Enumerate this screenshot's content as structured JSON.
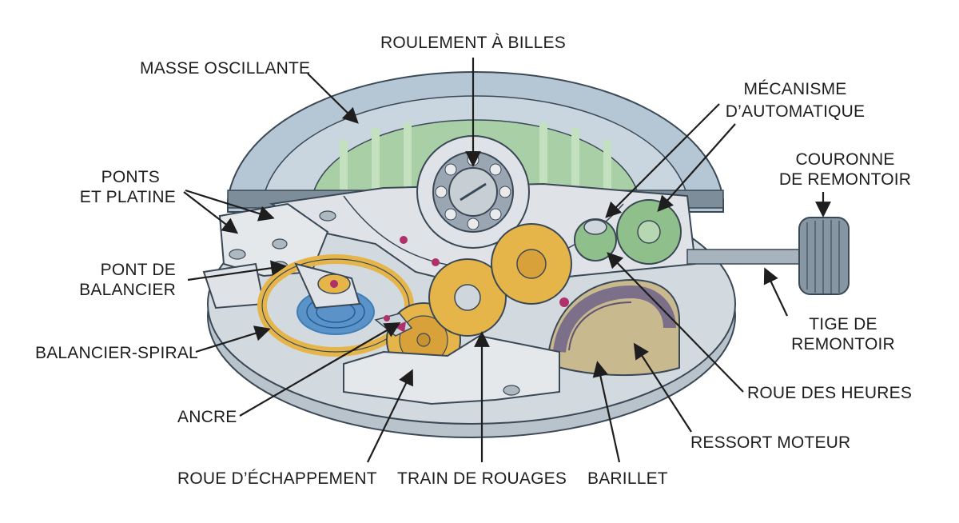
{
  "labels": {
    "roulement": "ROULEMENT À BILLES",
    "masse": "MASSE OSCILLANTE",
    "mecanisme_l1": "MÉCANISME",
    "mecanisme_l2": "D’AUTOMATIQUE",
    "couronne_l1": "COURONNE",
    "couronne_l2": "DE REMONTOIR",
    "ponts_l1": "PONTS",
    "ponts_l2": "ET PLATINE",
    "pont_bal_l1": "PONT DE",
    "pont_bal_l2": "BALANCIER",
    "balancier_spiral": "BALANCIER-SPIRAL",
    "ancre": "ANCRE",
    "roue_echappement": "ROUE D’ÉCHAPPEMENT",
    "train_rouages": "TRAIN DE ROUAGES",
    "barillet": "BARILLET",
    "ressort": "RESSORT MOTEUR",
    "roue_heures": "ROUE DES HEURES",
    "tige_l1": "TIGE DE",
    "tige_l2": "REMONTOIR"
  },
  "colors": {
    "rotor_ring": "#b5c7d4",
    "rotor_window": "#a9cfa6",
    "plate": "#cfd6dc",
    "bridge": "#dfe3e7",
    "gear_gold": "#e6b54a",
    "gear_green": "#8fbf8a",
    "hairspring": "#3f7fb8",
    "jewel": "#b0306a",
    "barrel": "#c8b98f",
    "outline": "#3b4856"
  }
}
